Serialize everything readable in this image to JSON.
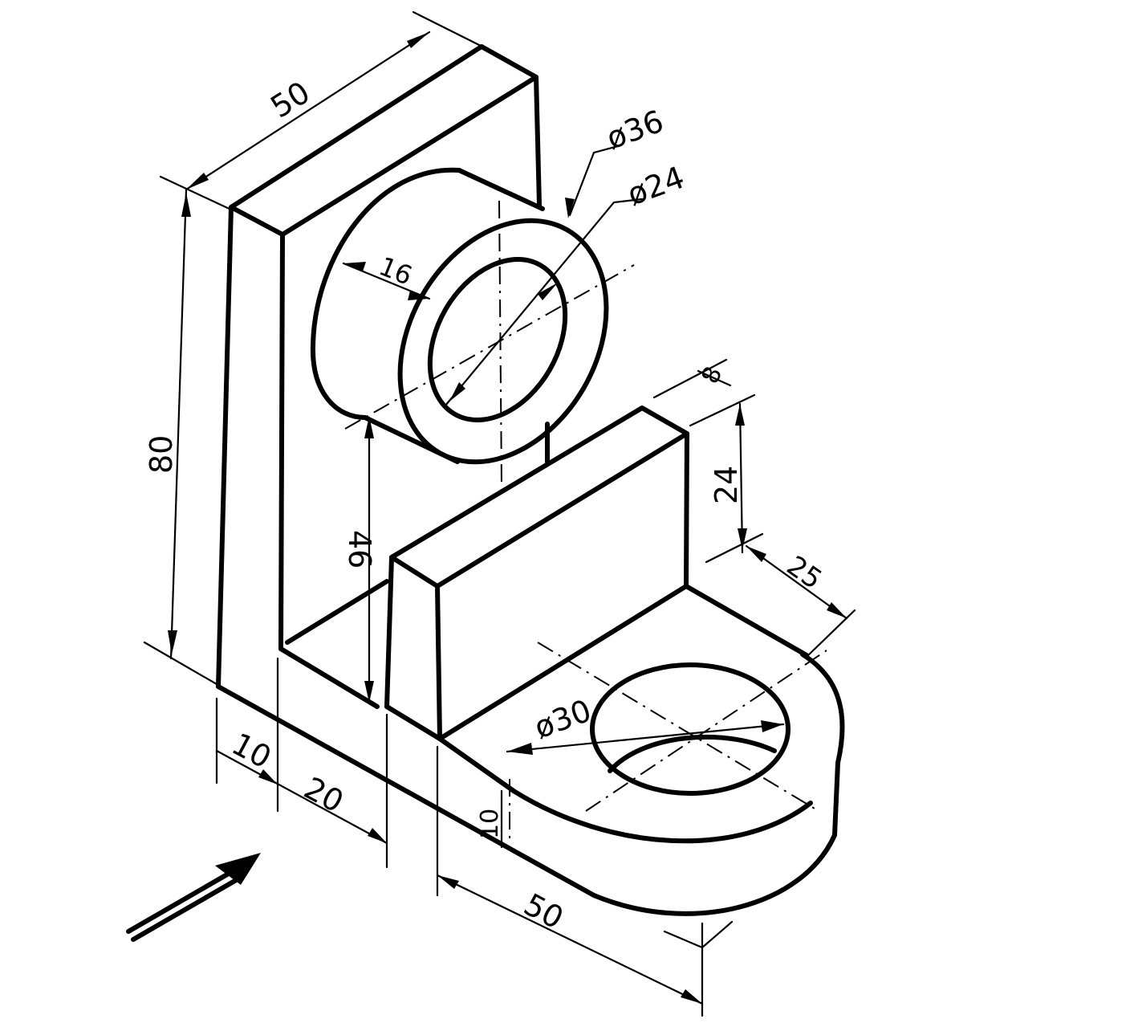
{
  "dimensions": {
    "top_width": "50",
    "total_height": "80",
    "boss_outer_dia": "ø36",
    "boss_inner_dia": "ø24",
    "boss_length": "16",
    "hole_center_height": "46",
    "rib_thickness": "8",
    "rib_height": "24",
    "rib_to_hole": "25",
    "base_hole_dia": "ø30",
    "back_thickness": "10",
    "slot_width": "20",
    "base_thickness": "10",
    "base_length": "50"
  },
  "icons": {
    "view_direction": "view-direction-arrow-icon"
  }
}
